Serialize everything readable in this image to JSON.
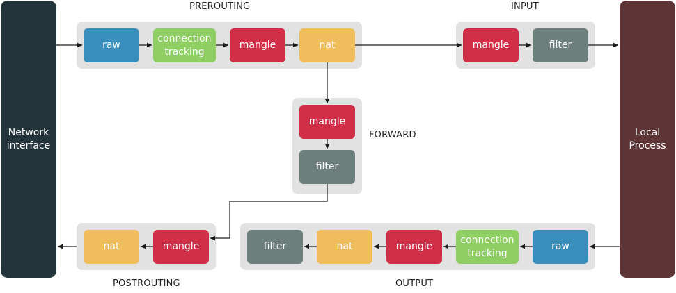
{
  "colors": {
    "raw": "#3a8ebb",
    "connection_tracking": "#8ece62",
    "mangle": "#d12e48",
    "nat": "#f0bd5d",
    "filter": "#6c7f7c",
    "network_interface": "#24343b",
    "local_process": "#5d3537",
    "group_background": "#e1e2e1",
    "arrow": "#1a1a1a"
  },
  "endpoints": {
    "network_interface": "Network\ninterface",
    "local_process": "Local\nProcess"
  },
  "chains": {
    "prerouting": {
      "label": "PREROUTING",
      "tables": [
        "raw",
        "connection\ntracking",
        "mangle",
        "nat"
      ]
    },
    "input": {
      "label": "INPUT",
      "tables": [
        "mangle",
        "filter"
      ]
    },
    "forward": {
      "label": "FORWARD",
      "tables": [
        "mangle",
        "filter"
      ]
    },
    "output": {
      "label": "OUTPUT",
      "tables": [
        "filter",
        "nat",
        "mangle",
        "connection\ntracking",
        "raw"
      ]
    },
    "postrouting": {
      "label": "POSTROUTING",
      "tables": [
        "nat",
        "mangle"
      ]
    }
  }
}
